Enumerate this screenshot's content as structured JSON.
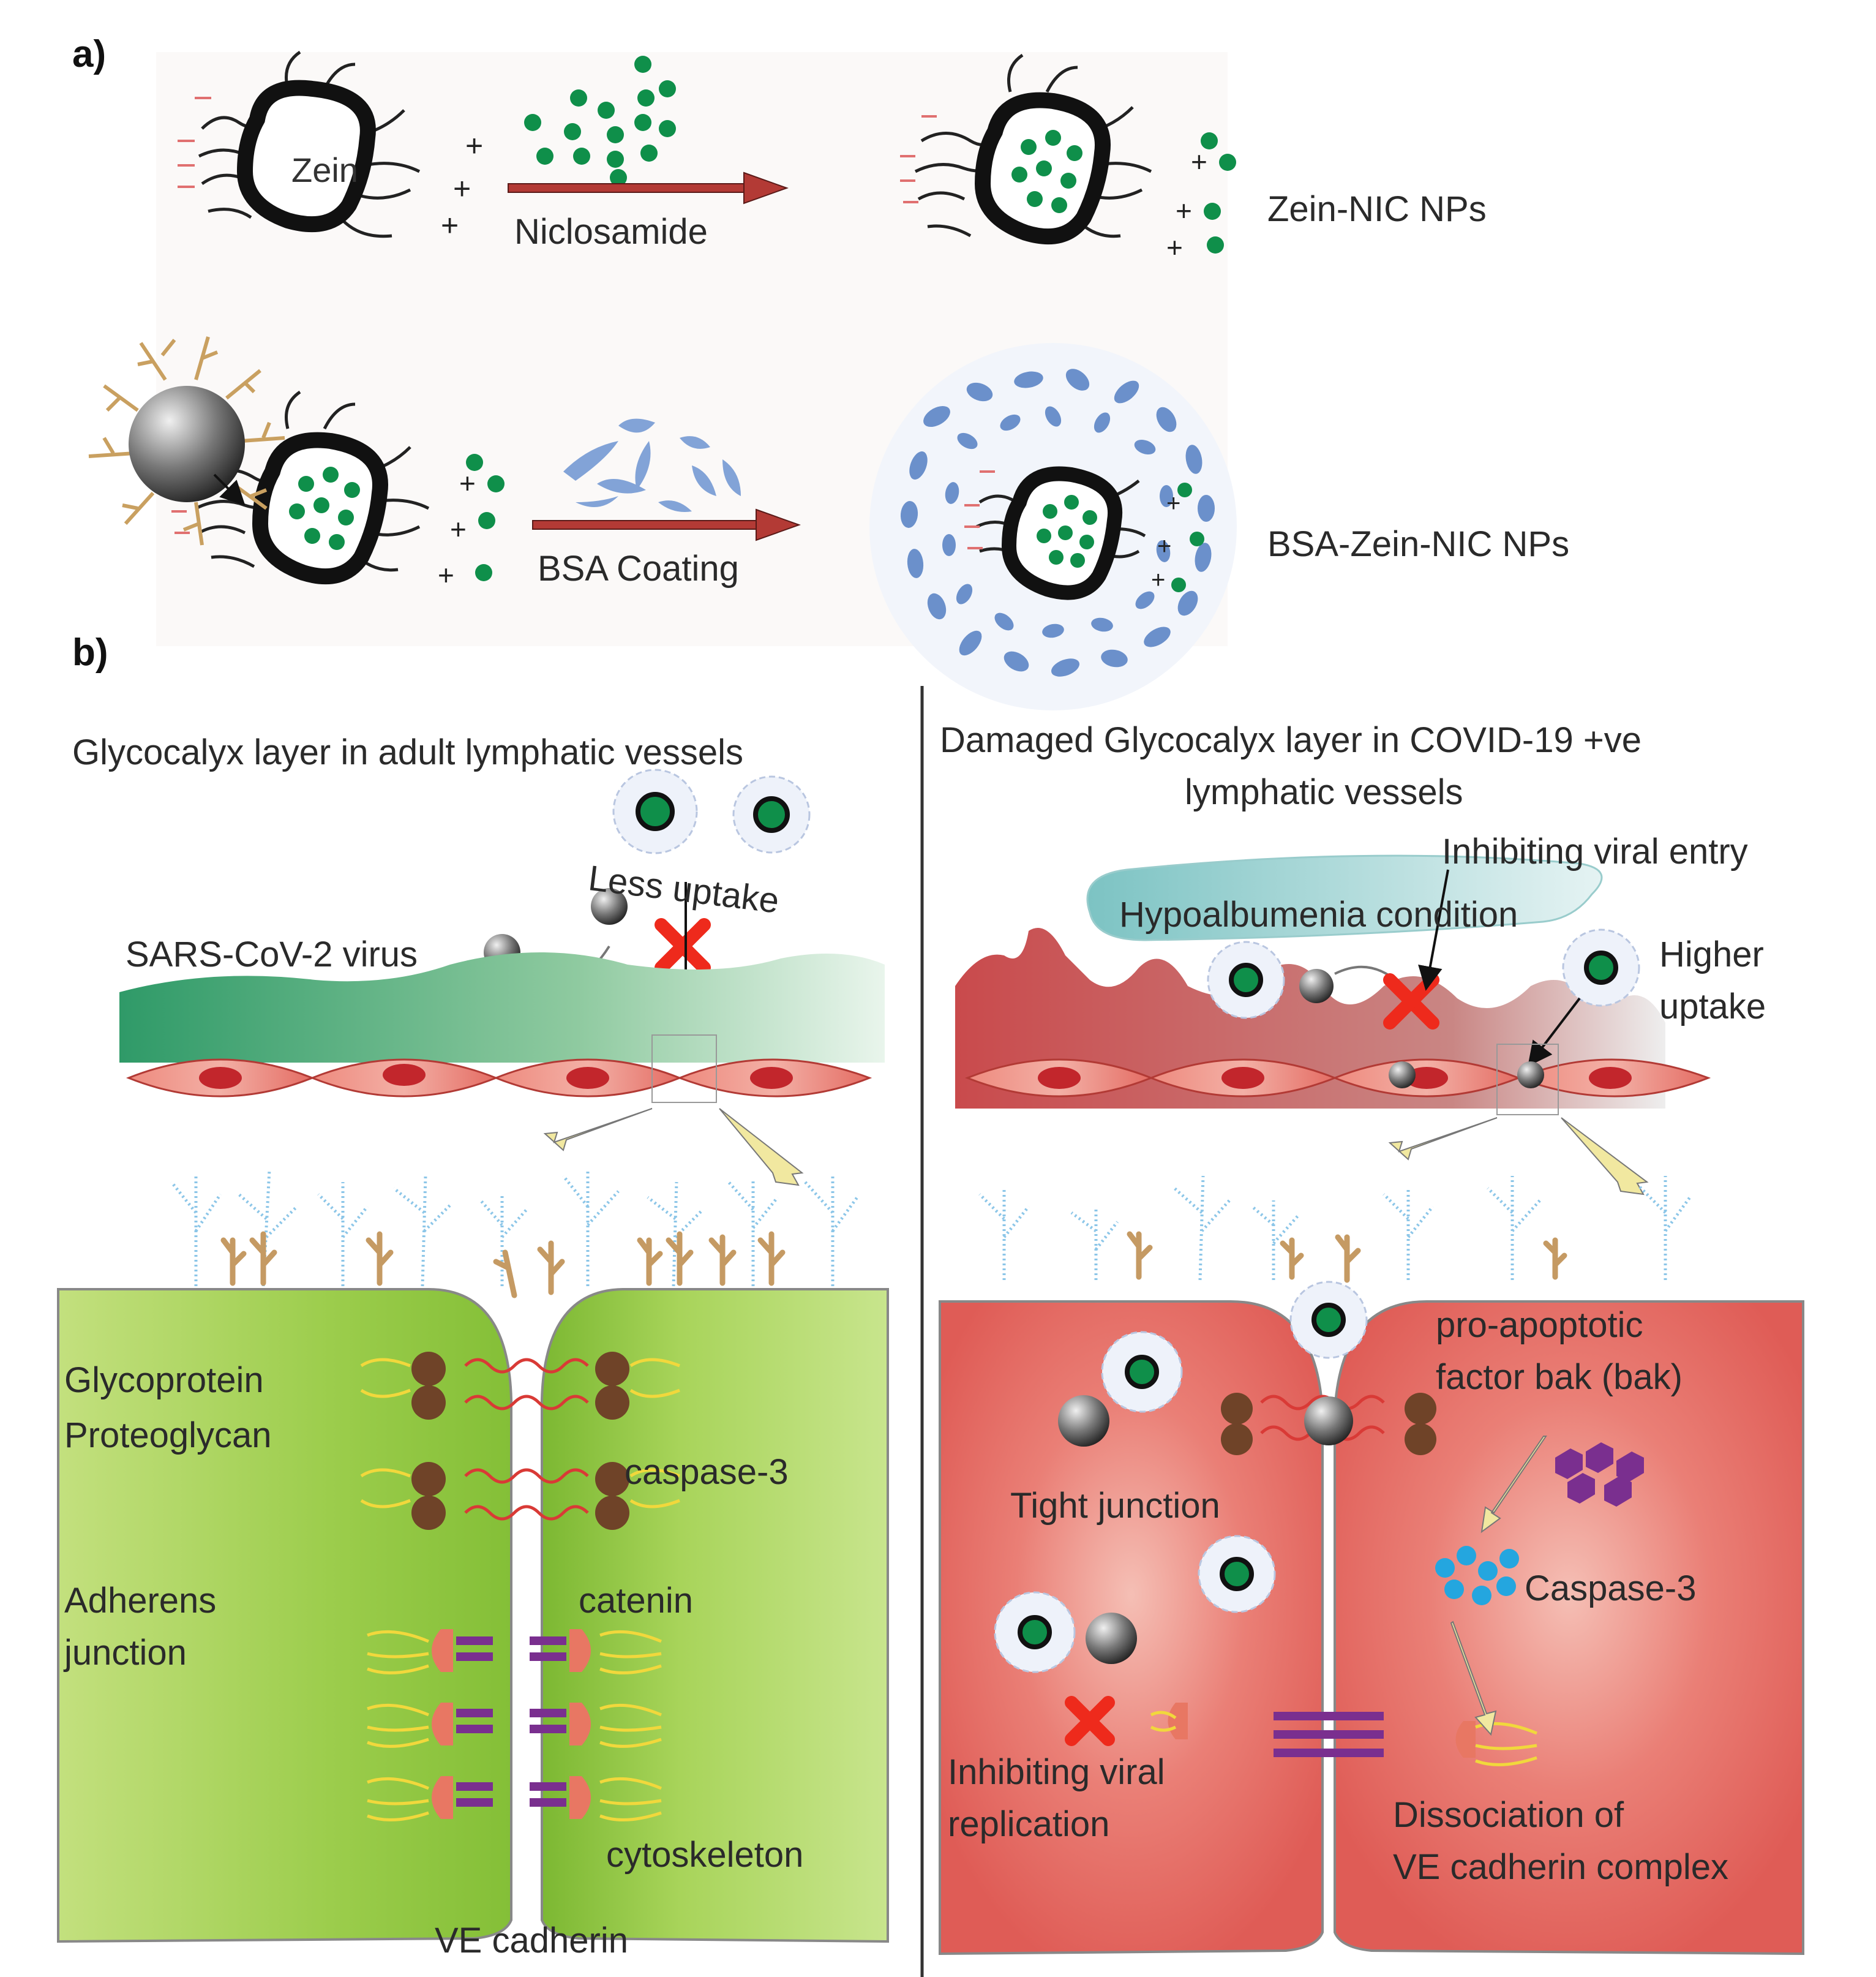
{
  "panels": {
    "a": {
      "label": "a)",
      "row1": {
        "particle_label": "Zein",
        "step": "Niclosamide",
        "product": "Zein-NIC NPs"
      },
      "row2": {
        "step": "BSA Coating",
        "product": "BSA-Zein-NIC NPs"
      }
    },
    "b": {
      "label": "b)",
      "left": {
        "title": "Glycocalyx layer in adult lymphatic vessels",
        "virus": "SARS-CoV-2 virus",
        "uptake": "Less uptake",
        "labels": {
          "glycoprotein": "Glycoprotein",
          "proteoglycan": "Proteoglycan",
          "caspase": "caspase-3",
          "adherens_1": "Adherens",
          "adherens_2": "junction",
          "catenin": "catenin",
          "cytoskeleton": "cytoskeleton",
          "cadherin": "VE cadherin"
        }
      },
      "right": {
        "title_1": "Damaged Glycocalyx layer in COVID-19 +ve",
        "title_2": "lymphatic vessels",
        "entry": "Inhibiting viral entry",
        "hypo": "Hypoalbumenia condition",
        "higher_1": "Higher",
        "higher_2": "uptake",
        "labels": {
          "bak_1": "pro-apoptotic",
          "bak_2": "factor bak (bak)",
          "tight": "Tight junction",
          "caspase": "Caspase-3",
          "replication_1": "Inhibiting viral",
          "replication_2": "replication",
          "dissociation_1": "Dissociation of",
          "dissociation_2": "VE cadherin complex"
        }
      }
    }
  },
  "colors": {
    "arrow": "#b33a35",
    "drug": "#0f8f4a",
    "bsa": "#5d86c6",
    "healthy_cell": "#8cc43f",
    "damaged_cell": "#e0625c",
    "cross": "#ee2a1c"
  }
}
